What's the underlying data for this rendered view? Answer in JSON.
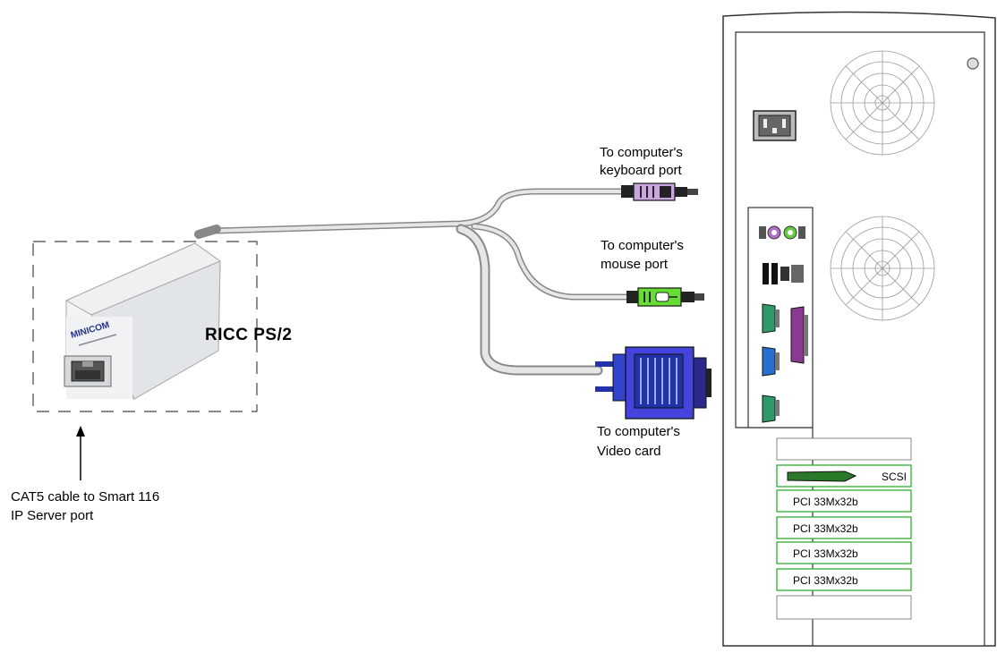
{
  "device": {
    "name": "RICC PS/2",
    "brand_logo": "MINICOM",
    "port_icon": "rj45-port-icon"
  },
  "labels": {
    "keyboard": [
      "To computer's",
      "keyboard port"
    ],
    "mouse": [
      "To computer's",
      "mouse port"
    ],
    "video": [
      "To computer's",
      "Video card"
    ],
    "cat5": [
      "CAT5 cable to Smart 116",
      "IP Server port"
    ]
  },
  "connectors": {
    "keyboard": {
      "icon": "ps2-keyboard-plug-icon",
      "color": "#c9a6e0"
    },
    "mouse": {
      "icon": "ps2-mouse-plug-icon",
      "color": "#66dd33"
    },
    "video": {
      "icon": "vga-plug-icon",
      "color": "#4444dd"
    }
  },
  "computer": {
    "slots": [
      "SCSI",
      "PCI 33Mx32b",
      "PCI 33Mx32b",
      "PCI 33Mx32b",
      "PCI 33Mx32b"
    ],
    "slot_border_color": "#33aa33"
  }
}
